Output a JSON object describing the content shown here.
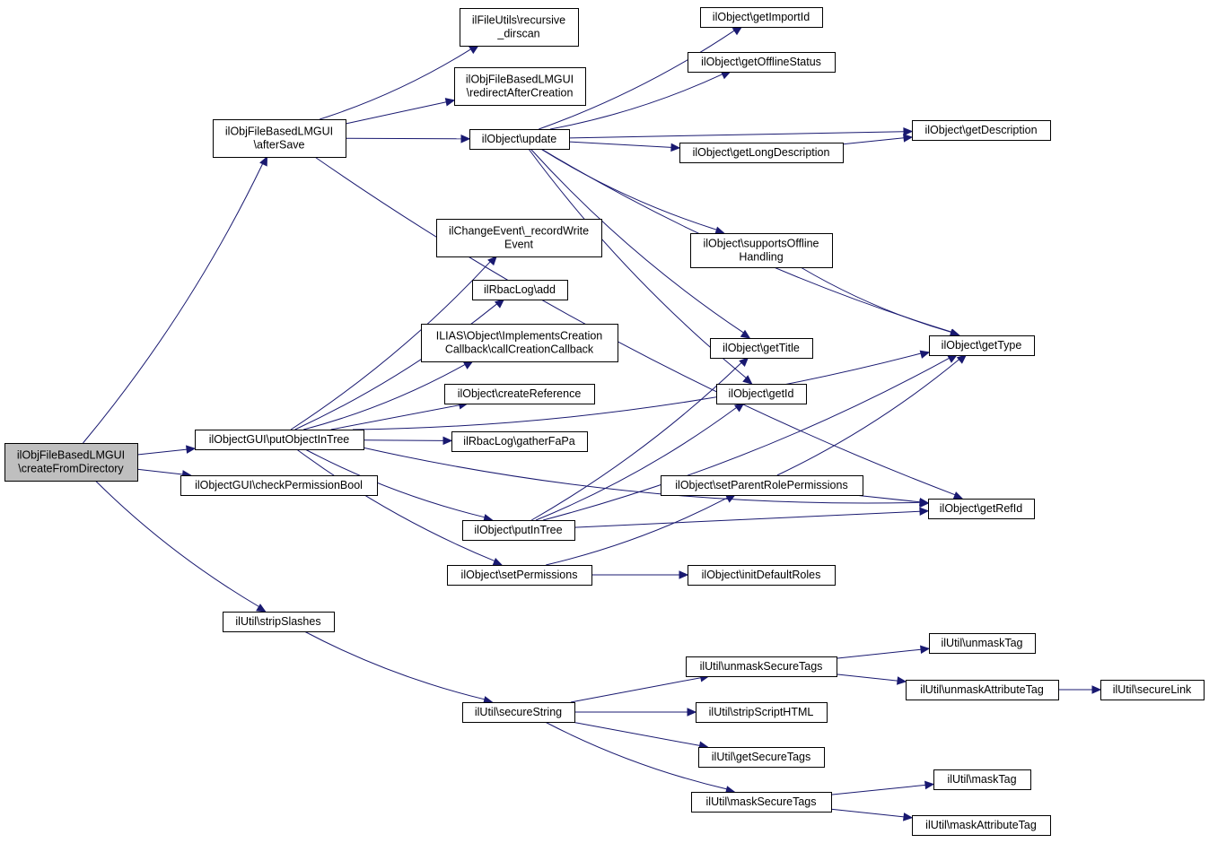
{
  "colors": {
    "edge": "#191970",
    "root_fill": "#bfbfbf",
    "node_fill": "#ffffff",
    "border": "#000000"
  },
  "nodes": [
    {
      "id": "root",
      "lines": [
        "ilObjFileBasedLMGUI",
        "\\createFromDirectory"
      ],
      "root": true
    },
    {
      "id": "afterSave",
      "lines": [
        "ilObjFileBasedLMGUI",
        "\\afterSave"
      ]
    },
    {
      "id": "recursive",
      "lines": [
        "ilFileUtils\\recursive",
        "_dirscan"
      ]
    },
    {
      "id": "redirect",
      "lines": [
        "ilObjFileBasedLMGUI",
        "\\redirectAfterCreation"
      ]
    },
    {
      "id": "update",
      "lines": [
        "ilObject\\update"
      ]
    },
    {
      "id": "getImportId",
      "lines": [
        "ilObject\\getImportId"
      ]
    },
    {
      "id": "getOfflineStatus",
      "lines": [
        "ilObject\\getOfflineStatus"
      ]
    },
    {
      "id": "getDescription",
      "lines": [
        "ilObject\\getDescription"
      ]
    },
    {
      "id": "getLongDescription",
      "lines": [
        "ilObject\\getLongDescription"
      ]
    },
    {
      "id": "supportsOffline",
      "lines": [
        "ilObject\\supportsOffline",
        "Handling"
      ]
    },
    {
      "id": "getType",
      "lines": [
        "ilObject\\getType"
      ]
    },
    {
      "id": "getTitle",
      "lines": [
        "ilObject\\getTitle"
      ]
    },
    {
      "id": "getId",
      "lines": [
        "ilObject\\getId"
      ]
    },
    {
      "id": "getRefId",
      "lines": [
        "ilObject\\getRefId"
      ]
    },
    {
      "id": "recordWrite",
      "lines": [
        "ilChangeEvent\\_recordWrite",
        "Event"
      ]
    },
    {
      "id": "rbacAdd",
      "lines": [
        "ilRbacLog\\add"
      ]
    },
    {
      "id": "callCreation",
      "lines": [
        "ILIAS\\Object\\ImplementsCreation",
        "Callback\\callCreationCallback"
      ]
    },
    {
      "id": "createReference",
      "lines": [
        "ilObject\\createReference"
      ]
    },
    {
      "id": "putObjectInTree",
      "lines": [
        "ilObjectGUI\\putObjectInTree"
      ]
    },
    {
      "id": "gatherFaPa",
      "lines": [
        "ilRbacLog\\gatherFaPa"
      ]
    },
    {
      "id": "checkPermissionBool",
      "lines": [
        "ilObjectGUI\\checkPermissionBool"
      ]
    },
    {
      "id": "setParentRole",
      "lines": [
        "ilObject\\setParentRolePermissions"
      ]
    },
    {
      "id": "putInTree",
      "lines": [
        "ilObject\\putInTree"
      ]
    },
    {
      "id": "setPermissions",
      "lines": [
        "ilObject\\setPermissions"
      ]
    },
    {
      "id": "initDefaultRoles",
      "lines": [
        "ilObject\\initDefaultRoles"
      ]
    },
    {
      "id": "stripSlashes",
      "lines": [
        "ilUtil\\stripSlashes"
      ]
    },
    {
      "id": "unmaskTag",
      "lines": [
        "ilUtil\\unmaskTag"
      ]
    },
    {
      "id": "unmaskSecureTags",
      "lines": [
        "ilUtil\\unmaskSecureTags"
      ]
    },
    {
      "id": "unmaskAttributeTag",
      "lines": [
        "ilUtil\\unmaskAttributeTag"
      ]
    },
    {
      "id": "secureLink",
      "lines": [
        "ilUtil\\secureLink"
      ]
    },
    {
      "id": "secureString",
      "lines": [
        "ilUtil\\secureString"
      ]
    },
    {
      "id": "stripScriptHTML",
      "lines": [
        "ilUtil\\stripScriptHTML"
      ]
    },
    {
      "id": "getSecureTags",
      "lines": [
        "ilUtil\\getSecureTags"
      ]
    },
    {
      "id": "maskTag",
      "lines": [
        "ilUtil\\maskTag"
      ]
    },
    {
      "id": "maskSecureTags",
      "lines": [
        "ilUtil\\maskSecureTags"
      ]
    },
    {
      "id": "maskAttributeTag",
      "lines": [
        "ilUtil\\maskAttributeTag"
      ]
    }
  ],
  "edges": [
    [
      "root",
      "afterSave"
    ],
    [
      "root",
      "putObjectInTree"
    ],
    [
      "root",
      "checkPermissionBool"
    ],
    [
      "root",
      "stripSlashes"
    ],
    [
      "afterSave",
      "recursive"
    ],
    [
      "afterSave",
      "redirect"
    ],
    [
      "afterSave",
      "update"
    ],
    [
      "afterSave",
      "getRefId"
    ],
    [
      "update",
      "getImportId"
    ],
    [
      "update",
      "getOfflineStatus"
    ],
    [
      "update",
      "getDescription"
    ],
    [
      "update",
      "getLongDescription"
    ],
    [
      "update",
      "supportsOffline"
    ],
    [
      "update",
      "getType"
    ],
    [
      "update",
      "getTitle"
    ],
    [
      "update",
      "getId"
    ],
    [
      "getLongDescription",
      "getDescription"
    ],
    [
      "supportsOffline",
      "getType"
    ],
    [
      "putObjectInTree",
      "recordWrite"
    ],
    [
      "putObjectInTree",
      "rbacAdd"
    ],
    [
      "putObjectInTree",
      "callCreation"
    ],
    [
      "putObjectInTree",
      "createReference"
    ],
    [
      "putObjectInTree",
      "gatherFaPa"
    ],
    [
      "putObjectInTree",
      "getType"
    ],
    [
      "putObjectInTree",
      "putInTree"
    ],
    [
      "putObjectInTree",
      "setPermissions"
    ],
    [
      "putObjectInTree",
      "getRefId"
    ],
    [
      "putInTree",
      "getTitle"
    ],
    [
      "putInTree",
      "getId"
    ],
    [
      "putInTree",
      "getType"
    ],
    [
      "putInTree",
      "getRefId"
    ],
    [
      "setPermissions",
      "setParentRole"
    ],
    [
      "setPermissions",
      "initDefaultRoles"
    ],
    [
      "setParentRole",
      "getType"
    ],
    [
      "setParentRole",
      "getRefId"
    ],
    [
      "stripSlashes",
      "secureString"
    ],
    [
      "secureString",
      "unmaskSecureTags"
    ],
    [
      "secureString",
      "stripScriptHTML"
    ],
    [
      "secureString",
      "getSecureTags"
    ],
    [
      "secureString",
      "maskSecureTags"
    ],
    [
      "unmaskSecureTags",
      "unmaskTag"
    ],
    [
      "unmaskSecureTags",
      "unmaskAttributeTag"
    ],
    [
      "unmaskAttributeTag",
      "secureLink"
    ],
    [
      "maskSecureTags",
      "maskTag"
    ],
    [
      "maskSecureTags",
      "maskAttributeTag"
    ]
  ]
}
